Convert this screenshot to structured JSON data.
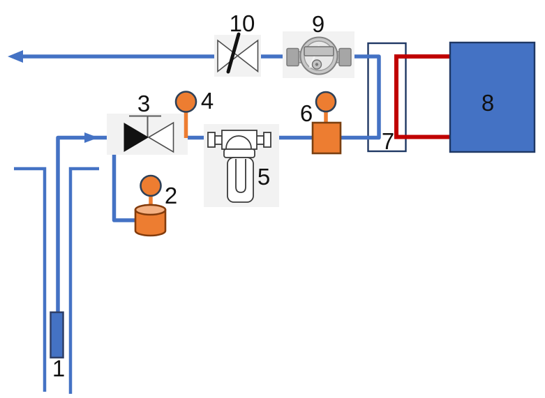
{
  "diagram": {
    "description": "well water supply schematic",
    "labels": [
      "1",
      "2",
      "3",
      "4",
      "5",
      "6",
      "7",
      "8",
      "9",
      "10"
    ],
    "colors": {
      "pipe_blue": "#4472C4",
      "pipe_red": "#C00000",
      "component_orange": "#ED7D31",
      "tank_top_orange": "#F4B183",
      "orange_border": "#843C0C",
      "navy_border": "#1F3864",
      "gauge_ring_navy": "#2E4057",
      "backdrop_gray": "#F2F2F2",
      "valve_black": "#111111",
      "valve_outline_gray": "#4D4D4D",
      "meter_body_gray": "#C8C8C8",
      "meter_face_gray": "#E8E8E8"
    }
  }
}
